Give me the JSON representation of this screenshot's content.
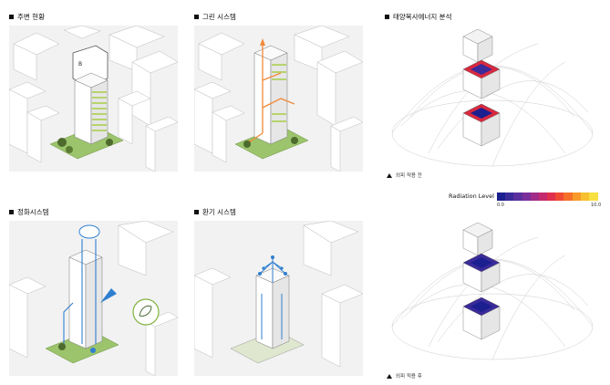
{
  "panels": {
    "context": {
      "title": "주변 현황",
      "label_b": "B"
    },
    "green": {
      "title": "그린 시스템"
    },
    "purify": {
      "title": "정화시스템"
    },
    "vent": {
      "title": "환기 시스템"
    },
    "solar": {
      "title": "태양복사에너지 분석"
    }
  },
  "captions": {
    "before": "외피 적용 전",
    "after": "외피 적용 후"
  },
  "legend": {
    "title": "Radiation Level",
    "min": "0.0",
    "max": "10.0",
    "colors": [
      "#1b1f8f",
      "#3a2a9a",
      "#5b2f9e",
      "#7a2f9a",
      "#a02c88",
      "#c42a6e",
      "#e0304e",
      "#f04a34",
      "#f5702a",
      "#f79a2a",
      "#f8c030",
      "#f8e040"
    ]
  },
  "colors": {
    "green_ground": "#9cc46c",
    "flow_orange": "#f08a3a",
    "flow_blue": "#2f7fd0",
    "window_green": "#b7d36e"
  }
}
